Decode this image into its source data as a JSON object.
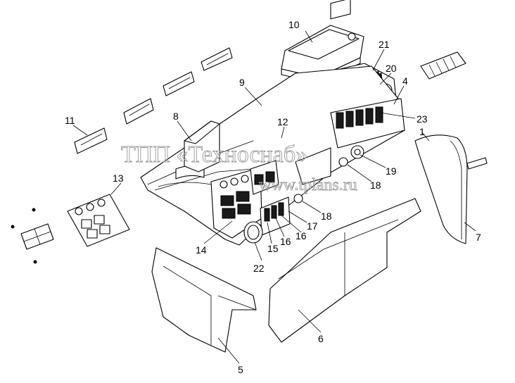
{
  "watermark": {
    "line1": "ТПП «Техноснаб»",
    "line2": "www.tplans.ru"
  },
  "callouts": [
    {
      "id": "c10",
      "label": "10"
    },
    {
      "id": "c21",
      "label": "21"
    },
    {
      "id": "c20",
      "label": "20"
    },
    {
      "id": "c9",
      "label": "9"
    },
    {
      "id": "c4",
      "label": "4"
    },
    {
      "id": "c23",
      "label": "23"
    },
    {
      "id": "c11",
      "label": "11"
    },
    {
      "id": "c8",
      "label": "8"
    },
    {
      "id": "c12",
      "label": "12"
    },
    {
      "id": "c1",
      "label": "1"
    },
    {
      "id": "c19",
      "label": "19"
    },
    {
      "id": "c13",
      "label": "13"
    },
    {
      "id": "c18a",
      "label": "18"
    },
    {
      "id": "c18b",
      "label": "18"
    },
    {
      "id": "c17",
      "label": "17"
    },
    {
      "id": "c16a",
      "label": "16"
    },
    {
      "id": "c16b",
      "label": "16"
    },
    {
      "id": "c15",
      "label": "15"
    },
    {
      "id": "c14",
      "label": "14"
    },
    {
      "id": "c7",
      "label": "7"
    },
    {
      "id": "c22",
      "label": "22"
    },
    {
      "id": "c6",
      "label": "6"
    },
    {
      "id": "c5",
      "label": "5"
    }
  ]
}
